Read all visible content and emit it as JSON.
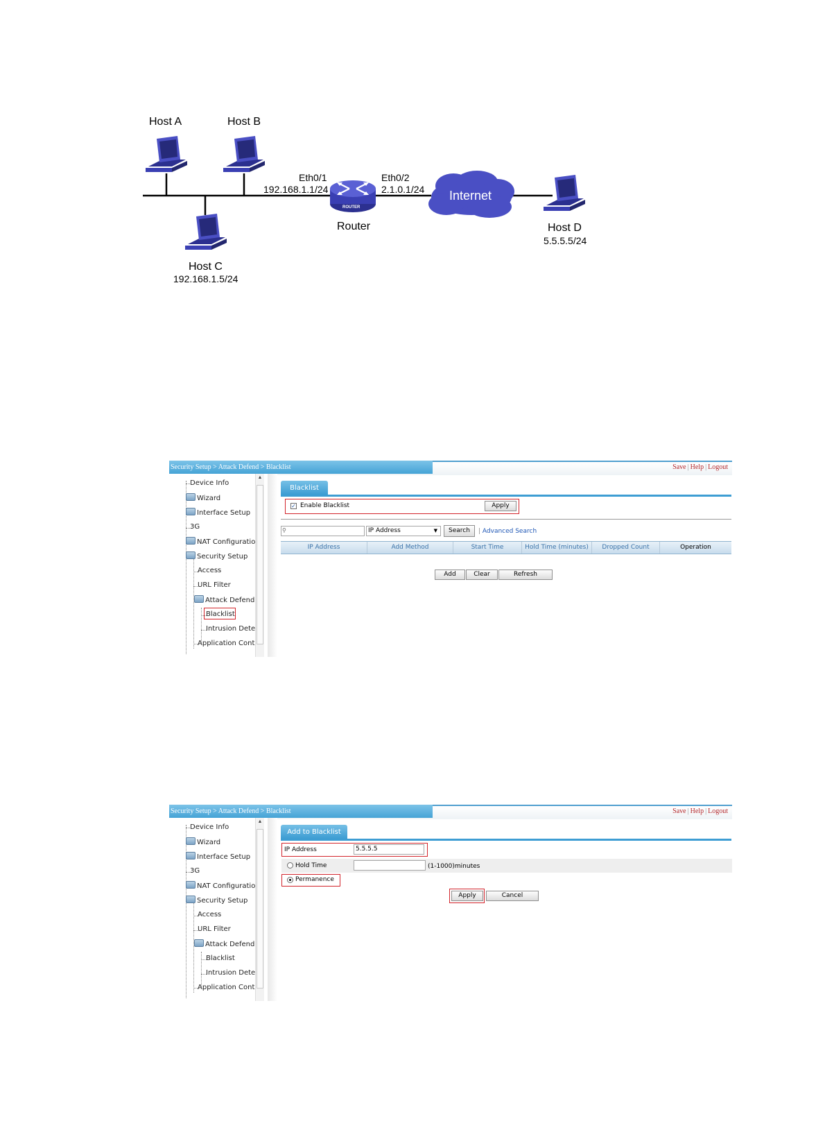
{
  "topology": {
    "hosts": [
      {
        "name": "Host A",
        "ip": ""
      },
      {
        "name": "Host B",
        "ip": ""
      },
      {
        "name": "Host C",
        "ip": "192.168.1.5/24"
      },
      {
        "name": "Host D",
        "ip": "5.5.5.5/24"
      }
    ],
    "router": {
      "label": "Router",
      "badge": "ROUTER"
    },
    "eth1": {
      "name": "Eth0/1",
      "ip": "192.168.1.1/24"
    },
    "eth2": {
      "name": "Eth0/2",
      "ip": "2.1.0.1/24"
    },
    "cloud": "Internet"
  },
  "colors": {
    "accent": "#3d9dd3",
    "highlight": "#d2232a",
    "device": "#3a3fb3"
  },
  "common": {
    "breadcrumb": "Security Setup > Attack Defend > Blacklist",
    "toplinks": {
      "save": "Save",
      "help": "Help",
      "logout": "Logout"
    },
    "tree": [
      "Device Info",
      "Wizard",
      "Interface Setup",
      "3G",
      "NAT Configuration",
      "Security Setup",
      "Access",
      "URL Filter",
      "Attack Defend",
      "Blacklist",
      "Intrusion Detect",
      "Application Control"
    ]
  },
  "blacklist": {
    "tab": "Blacklist",
    "enable_label": "Enable Blacklist",
    "apply": "Apply",
    "search_placeholder": "",
    "search_field": "IP Address",
    "search_button": "Search",
    "advanced": "Advanced Search",
    "columns": [
      "IP Address",
      "Add Method",
      "Start Time",
      "Hold Time (minutes)",
      "Dropped Count",
      "Operation"
    ],
    "add": "Add",
    "clear": "Clear",
    "refresh": "Refresh"
  },
  "add_blacklist": {
    "tab": "Add to Blacklist",
    "ip_label": "IP Address",
    "ip_value": "5.5.5.5",
    "hold_label": "Hold Time",
    "hold_value": "",
    "hold_hint": "(1-1000)minutes",
    "perm_label": "Permanence",
    "apply": "Apply",
    "cancel": "Cancel"
  }
}
